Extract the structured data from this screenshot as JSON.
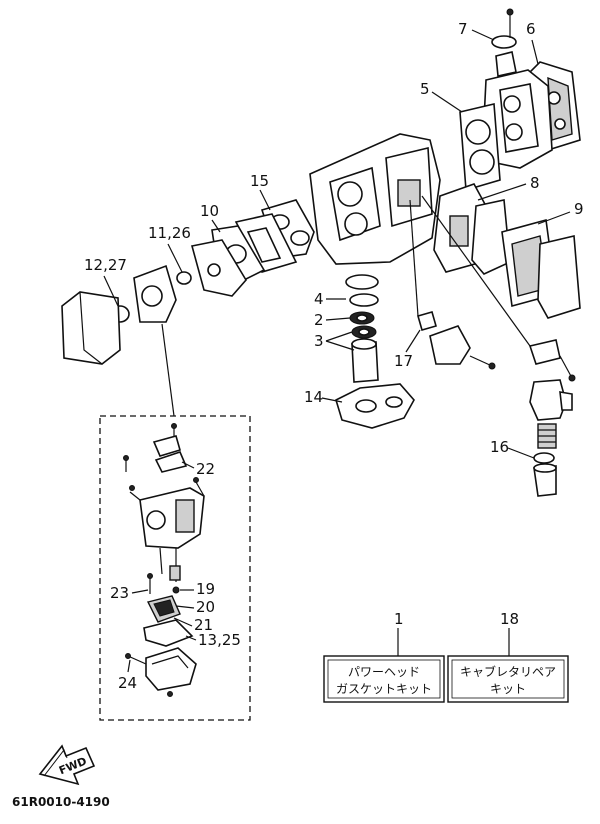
{
  "diagram": {
    "callouts": {
      "c7": "7",
      "c6": "6",
      "c5": "5",
      "c8": "8",
      "c9": "9",
      "c15": "15",
      "c10": "10",
      "c11_26": "11,26",
      "c12_27": "12,27",
      "c4": "4",
      "c2": "2",
      "c3": "3",
      "c17": "17",
      "c14": "14",
      "c16": "16",
      "c22": "22",
      "c19": "19",
      "c23": "23",
      "c20": "20",
      "c21": "21",
      "c13_25": "13,25",
      "c24": "24",
      "c1": "1",
      "c18": "18"
    },
    "kit1": {
      "line1": "パワーヘッド",
      "line2": "ガスケットキット"
    },
    "kit18": {
      "line1": "キャブレタリペア",
      "line2": "キット"
    },
    "fwd_label": "FWD",
    "drawing_code": "61R0010-4190"
  }
}
